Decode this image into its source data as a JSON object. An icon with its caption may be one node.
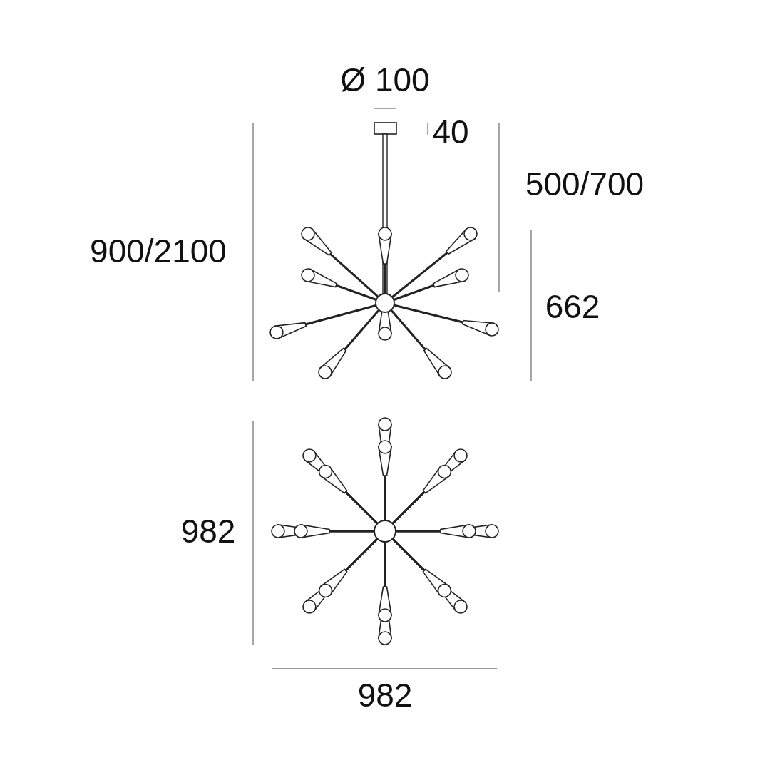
{
  "diagram": {
    "labels": [
      "Ø 100",
      "40",
      "500/700",
      "900/2100",
      "662",
      "982",
      "982"
    ]
  }
}
